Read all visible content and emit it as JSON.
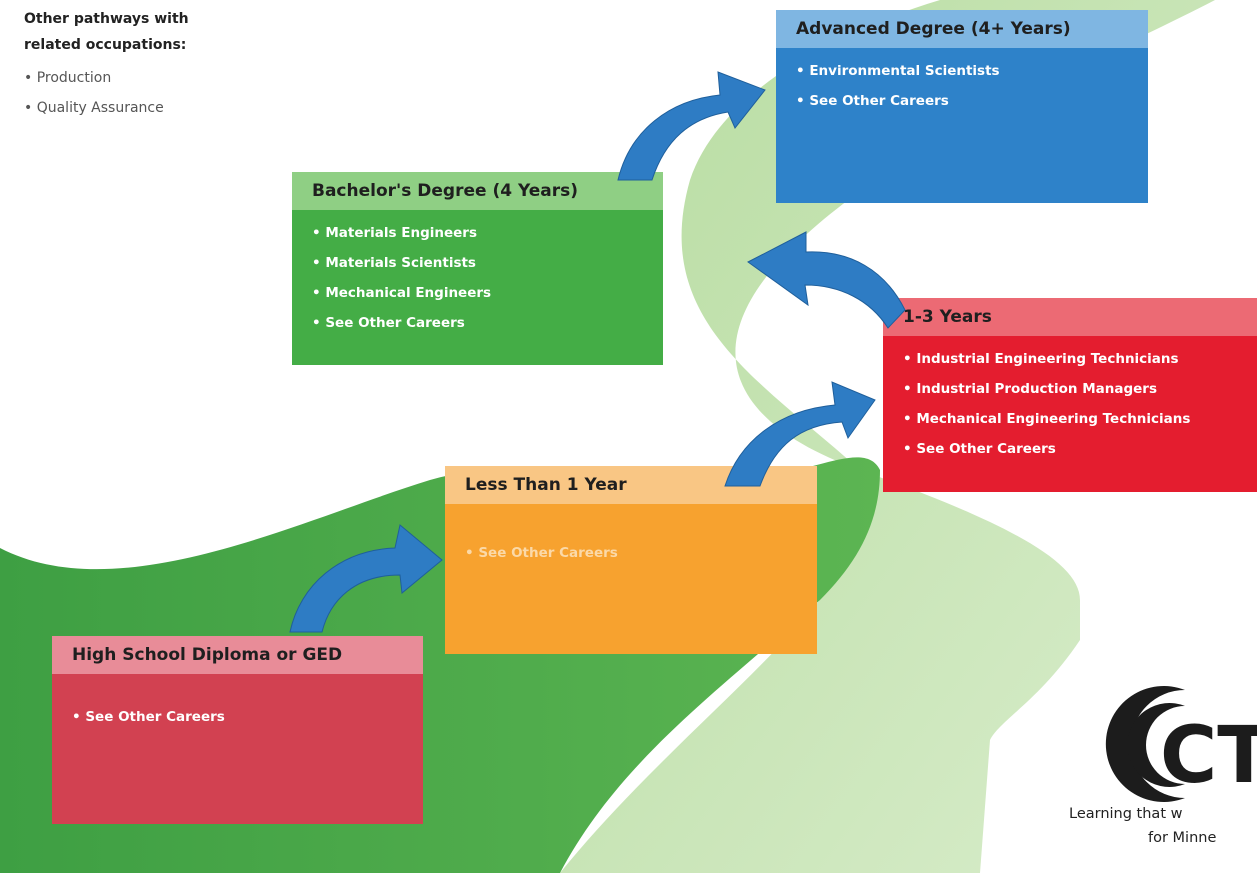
{
  "other_pathways": {
    "title_line1": "Other pathways with",
    "title_line2": "related occupations:",
    "items": [
      "• Production",
      "• Quality Assurance"
    ]
  },
  "steps": {
    "high_school": {
      "title": "High School Diploma or GED",
      "careers": [
        "• See Other Careers"
      ],
      "color": "#d24151",
      "header_color": "#e88c98"
    },
    "less_than_1_year": {
      "title": "Less Than 1 Year",
      "careers": [
        "• See Other Careers"
      ],
      "color": "#f7a22f",
      "header_color": "#f9c684"
    },
    "one_to_three_years": {
      "title": "1-3 Years",
      "careers": [
        "• Industrial Engineering Technicians",
        "• Industrial Production Managers",
        "• Mechanical Engineering Technicians",
        "• See Other Careers"
      ],
      "color": "#e41d2f",
      "header_color": "#ec6a74"
    },
    "bachelors": {
      "title": "Bachelor's Degree (4 Years)",
      "careers": [
        "• Materials Engineers",
        "• Materials Scientists",
        "• Mechanical Engineers",
        "• See Other Careers"
      ],
      "color": "#44ad46",
      "header_color": "#8fcf84"
    },
    "advanced": {
      "title": "Advanced Degree (4+ Years)",
      "careers": [
        "• Environmental Scientists",
        "• See Other Careers"
      ],
      "color": "#2e82c9",
      "header_color": "#7fb6e2"
    }
  },
  "arrow_color": "#2e7cc4",
  "path_colors": {
    "dark": "#46a845",
    "light": "#c8e3b4"
  },
  "logo": {
    "letters": "CT",
    "tagline_line1": "Learning that w",
    "tagline_line2": "for Minne"
  }
}
